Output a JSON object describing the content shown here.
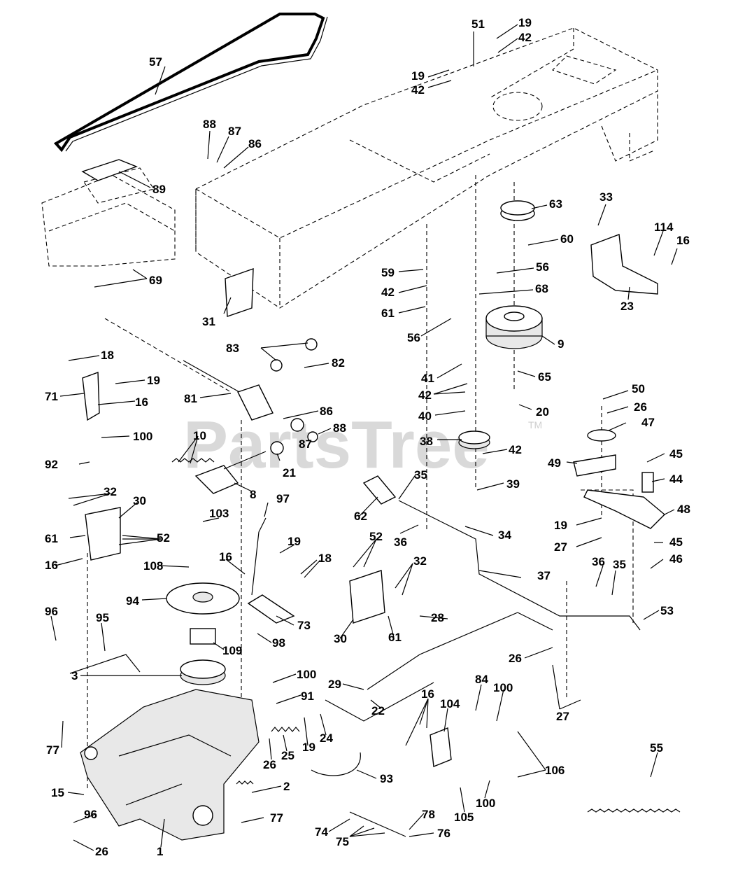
{
  "watermark": {
    "text": "PartsTree",
    "trademark": "TM"
  },
  "callouts": [
    {
      "id": "c57",
      "label": "57"
    },
    {
      "id": "c51",
      "label": "51"
    },
    {
      "id": "c19a",
      "label": "19"
    },
    {
      "id": "c42a",
      "label": "42"
    },
    {
      "id": "c19b",
      "label": "19"
    },
    {
      "id": "c42b",
      "label": "42"
    },
    {
      "id": "c88a",
      "label": "88"
    },
    {
      "id": "c87a",
      "label": "87"
    },
    {
      "id": "c86a",
      "label": "86"
    },
    {
      "id": "c89",
      "label": "89"
    },
    {
      "id": "c69",
      "label": "69"
    },
    {
      "id": "c63",
      "label": "63"
    },
    {
      "id": "c33",
      "label": "33"
    },
    {
      "id": "c114",
      "label": "114"
    },
    {
      "id": "c16a",
      "label": "16"
    },
    {
      "id": "c60",
      "label": "60"
    },
    {
      "id": "c56a",
      "label": "56"
    },
    {
      "id": "c59",
      "label": "59"
    },
    {
      "id": "c68",
      "label": "68"
    },
    {
      "id": "c42c",
      "label": "42"
    },
    {
      "id": "c61a",
      "label": "61"
    },
    {
      "id": "c31",
      "label": "31"
    },
    {
      "id": "c23",
      "label": "23"
    },
    {
      "id": "c56b",
      "label": "56"
    },
    {
      "id": "c9",
      "label": "9"
    },
    {
      "id": "c18a",
      "label": "18"
    },
    {
      "id": "c83",
      "label": "83"
    },
    {
      "id": "c82",
      "label": "82"
    },
    {
      "id": "c19c",
      "label": "19"
    },
    {
      "id": "c71",
      "label": "71"
    },
    {
      "id": "c41",
      "label": "41"
    },
    {
      "id": "c65",
      "label": "65"
    },
    {
      "id": "c81",
      "label": "81"
    },
    {
      "id": "c16b",
      "label": "16"
    },
    {
      "id": "c42d",
      "label": "42"
    },
    {
      "id": "c20",
      "label": "20"
    },
    {
      "id": "c86b",
      "label": "86"
    },
    {
      "id": "c50",
      "label": "50"
    },
    {
      "id": "c40",
      "label": "40"
    },
    {
      "id": "c26a",
      "label": "26"
    },
    {
      "id": "c100a",
      "label": "100"
    },
    {
      "id": "c88b",
      "label": "88"
    },
    {
      "id": "c47",
      "label": "47"
    },
    {
      "id": "c10",
      "label": "10"
    },
    {
      "id": "c38",
      "label": "38"
    },
    {
      "id": "c42e",
      "label": "42"
    },
    {
      "id": "c87b",
      "label": "87"
    },
    {
      "id": "c92",
      "label": "92"
    },
    {
      "id": "c21",
      "label": "21"
    },
    {
      "id": "c49",
      "label": "49"
    },
    {
      "id": "c45a",
      "label": "45"
    },
    {
      "id": "c44",
      "label": "44"
    },
    {
      "id": "c39",
      "label": "39"
    },
    {
      "id": "c8",
      "label": "8"
    },
    {
      "id": "c32a",
      "label": "32"
    },
    {
      "id": "c30a",
      "label": "30"
    },
    {
      "id": "c35a",
      "label": "35"
    },
    {
      "id": "c97",
      "label": "97"
    },
    {
      "id": "c62",
      "label": "62"
    },
    {
      "id": "c103",
      "label": "103"
    },
    {
      "id": "c48",
      "label": "48"
    },
    {
      "id": "c61b",
      "label": "61"
    },
    {
      "id": "c52a",
      "label": "52"
    },
    {
      "id": "c36a",
      "label": "36"
    },
    {
      "id": "c34",
      "label": "34"
    },
    {
      "id": "c52b",
      "label": "52"
    },
    {
      "id": "c19d",
      "label": "19"
    },
    {
      "id": "c16c",
      "label": "16"
    },
    {
      "id": "c19e",
      "label": "19"
    },
    {
      "id": "c27a",
      "label": "27"
    },
    {
      "id": "c45b",
      "label": "45"
    },
    {
      "id": "c108",
      "label": "108"
    },
    {
      "id": "c16d",
      "label": "16"
    },
    {
      "id": "c18b",
      "label": "18"
    },
    {
      "id": "c32b",
      "label": "32"
    },
    {
      "id": "c46",
      "label": "46"
    },
    {
      "id": "c37",
      "label": "37"
    },
    {
      "id": "c36b",
      "label": "36"
    },
    {
      "id": "c35b",
      "label": "35"
    },
    {
      "id": "c94",
      "label": "94"
    },
    {
      "id": "c73",
      "label": "73"
    },
    {
      "id": "c96a",
      "label": "96"
    },
    {
      "id": "c53",
      "label": "53"
    },
    {
      "id": "c95",
      "label": "95"
    },
    {
      "id": "c28",
      "label": "28"
    },
    {
      "id": "c109",
      "label": "109"
    },
    {
      "id": "c98",
      "label": "98"
    },
    {
      "id": "c30b",
      "label": "30"
    },
    {
      "id": "c61c",
      "label": "61"
    },
    {
      "id": "c26b",
      "label": "26"
    },
    {
      "id": "c100b",
      "label": "100"
    },
    {
      "id": "c3",
      "label": "3"
    },
    {
      "id": "c29",
      "label": "29"
    },
    {
      "id": "c91",
      "label": "91"
    },
    {
      "id": "c16e",
      "label": "16"
    },
    {
      "id": "c84",
      "label": "84"
    },
    {
      "id": "c100c",
      "label": "100"
    },
    {
      "id": "c27b",
      "label": "27"
    },
    {
      "id": "c22",
      "label": "22"
    },
    {
      "id": "c104",
      "label": "104"
    },
    {
      "id": "c55",
      "label": "55"
    },
    {
      "id": "c77a",
      "label": "77"
    },
    {
      "id": "c24",
      "label": "24"
    },
    {
      "id": "c26c",
      "label": "26"
    },
    {
      "id": "c25",
      "label": "25"
    },
    {
      "id": "c19f",
      "label": "19"
    },
    {
      "id": "c106",
      "label": "106"
    },
    {
      "id": "c93",
      "label": "93"
    },
    {
      "id": "c15",
      "label": "15"
    },
    {
      "id": "c2",
      "label": "2"
    },
    {
      "id": "c100d",
      "label": "100"
    },
    {
      "id": "c105",
      "label": "105"
    },
    {
      "id": "c78",
      "label": "78"
    },
    {
      "id": "c96b",
      "label": "96"
    },
    {
      "id": "c77b",
      "label": "77"
    },
    {
      "id": "c74",
      "label": "74"
    },
    {
      "id": "c76",
      "label": "76"
    },
    {
      "id": "c75",
      "label": "75"
    },
    {
      "id": "c26d",
      "label": "26"
    },
    {
      "id": "c1",
      "label": "1"
    }
  ]
}
